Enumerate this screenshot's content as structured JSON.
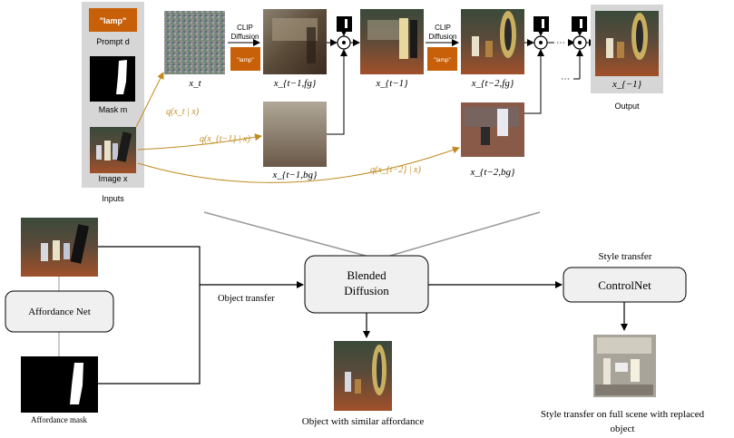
{
  "inputs_panel": {
    "prompt_chip": "\"lamp\"",
    "prompt_label": "Prompt d",
    "mask_label": "Mask m",
    "image_label": "Image x",
    "caption": "Inputs"
  },
  "pipeline": {
    "x_t": "x_t",
    "clip_label_line1": "CLIP",
    "clip_label_line2": "Diffusion",
    "lamp_chip": "\"lamp\"",
    "x_t1_fg": "x_{t−1,fg}",
    "x_t1": "x_{t−1}",
    "x_t2_fg": "x_{t−2,fg}",
    "x_t1_bg": "x_{t−1,bg}",
    "x_t2_bg": "x_{t−2,bg}",
    "x_final": "x_{−1}",
    "output_caption": "Output",
    "q_t": "q(x_t | x)",
    "q_t1": "q(x_{t−1} | x)",
    "q_t2": "q(x_{t−2} | x)",
    "ellipsis": "⋯"
  },
  "bottom": {
    "affordance_net": "Affordance Net",
    "affordance_mask": "Affordance mask",
    "object_transfer": "Object transfer",
    "blended_line1": "Blended",
    "blended_line2": "Diffusion",
    "similar_affordance": "Object with similar affordance",
    "style_transfer_header": "Style transfer",
    "controlnet": "ControlNet",
    "style_caption_line1": "Style transfer on full scene with replaced",
    "style_caption_line2": "object"
  },
  "colors": {
    "orange_chip": "#c8600a",
    "orange_arrow": "#c08a1e",
    "panel_gray": "#d6d6d6",
    "box_fill": "#f0f0f0"
  }
}
